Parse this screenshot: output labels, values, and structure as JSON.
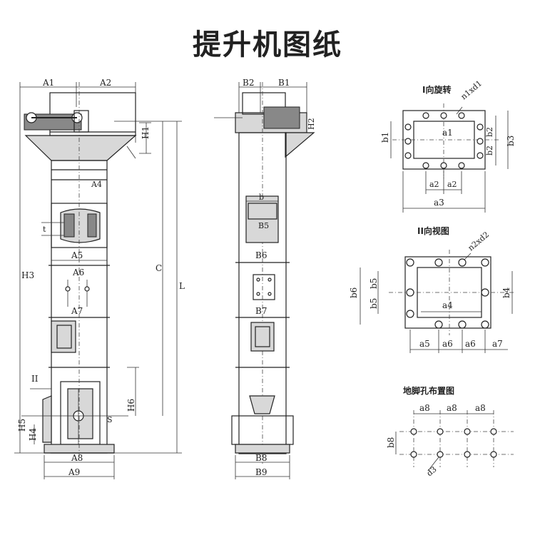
{
  "title": "提升机图纸",
  "front": {
    "A1": "A1",
    "A2": "A2",
    "A4": "A4",
    "A5": "A5",
    "A6": "A6",
    "A7": "A7",
    "A8": "A8",
    "A9": "A9",
    "H1": "H1",
    "H2": "H2",
    "H3": "H3",
    "H4": "H4",
    "H5": "H5",
    "H6": "H6",
    "C": "C",
    "L": "L",
    "t": "t",
    "II": "II",
    "S": "S"
  },
  "side": {
    "B1": "B1",
    "B2": "B2",
    "B5": "B5",
    "B6": "B6",
    "B7": "B7",
    "B8": "B8",
    "B9": "B9",
    "b": "b"
  },
  "view1": {
    "heading": "I向旋转",
    "n1xd1": "n1xd1",
    "a1": "a1",
    "a2": "a2",
    "a3": "a3",
    "b1": "b1",
    "b2": "b2",
    "b3": "b3"
  },
  "view2": {
    "heading": "II向视图",
    "n2xd2": "n2xd2",
    "a4": "a4",
    "a5": "a5",
    "a6": "a6",
    "a7": "a7",
    "b4": "b4",
    "b5": "b5",
    "b6": "b6"
  },
  "view3": {
    "heading": "地脚孔布置图",
    "a8": "a8",
    "b8": "b8",
    "d3": "d3"
  }
}
